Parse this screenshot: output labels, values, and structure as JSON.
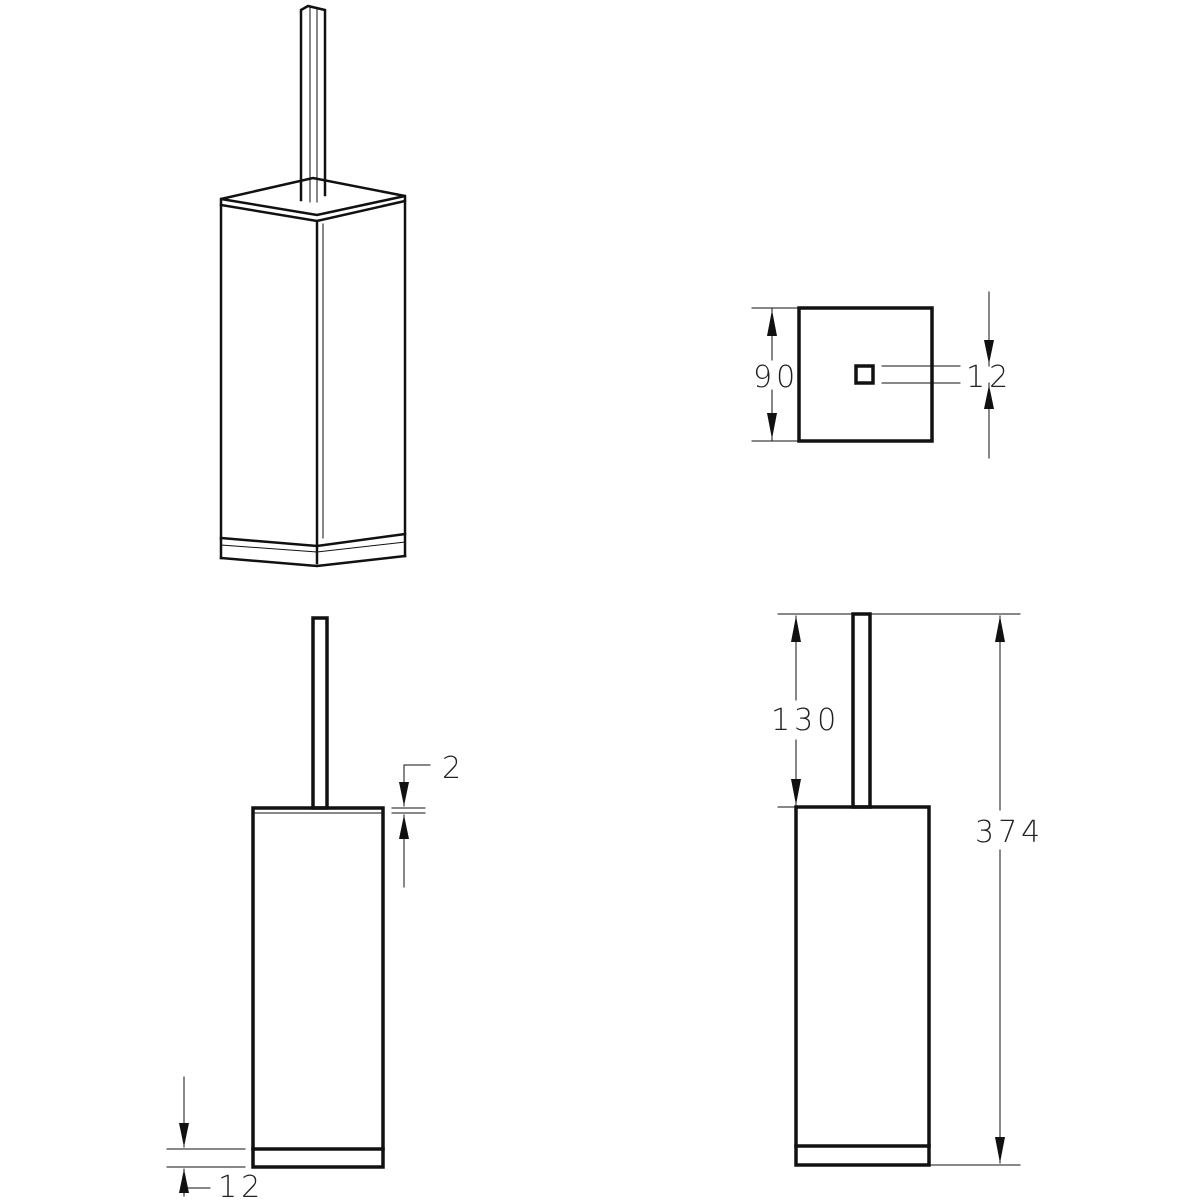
{
  "dimensions": {
    "top_view_width": "90",
    "top_view_hole": "12",
    "front_cap_gap": "2",
    "front_base_height": "12",
    "side_handle_length": "130",
    "side_total_height": "374"
  }
}
